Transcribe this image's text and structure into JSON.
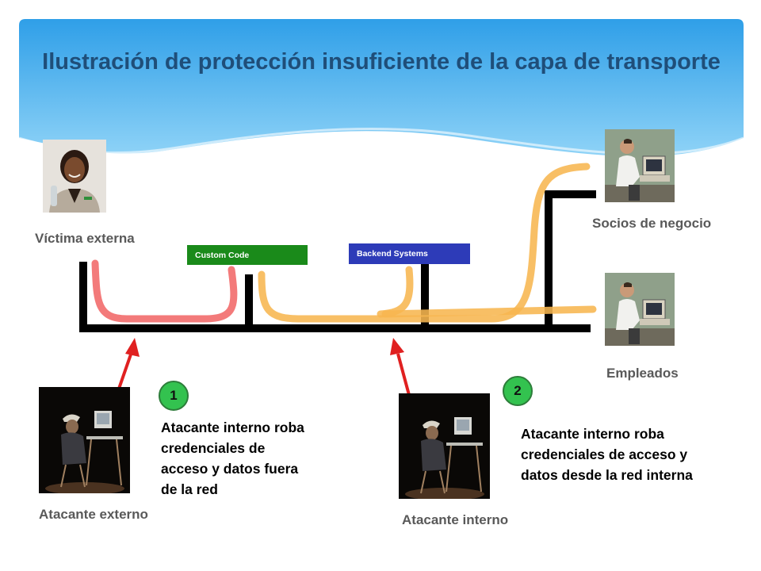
{
  "title": "Ilustración de protección insuficiente de la capa de transporte",
  "labels": {
    "victim": "Víctima externa",
    "partners": "Socios de negocio",
    "employees": "Empleados",
    "external_attacker": "Atacante externo",
    "internal_attacker": "Atacante interno"
  },
  "systems": {
    "custom_code": "Custom Code",
    "backend": "Backend Systems"
  },
  "steps": [
    {
      "number": "1",
      "text": "Atacante interno roba credenciales de acceso y datos fuera de la red"
    },
    {
      "number": "2",
      "text": "Atacante interno roba credenciales de acceso y datos desde la red interna"
    }
  ],
  "colors": {
    "title": "#1f4e79",
    "custom_code_box": "#1a8a1a",
    "backend_box": "#2d3bb8",
    "victim_path": "#f26b6b",
    "internal_path": "#f7b650",
    "attack_arrow": "#e02020",
    "badge": "#33c24f"
  }
}
